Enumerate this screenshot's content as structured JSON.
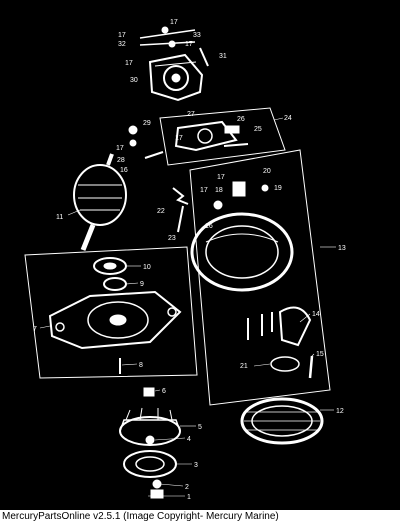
{
  "diagram": {
    "callouts": [
      "1",
      "2",
      "3",
      "4",
      "5",
      "6",
      "7",
      "8",
      "9",
      "10",
      "11",
      "12",
      "13",
      "14",
      "15",
      "16",
      "17",
      "18",
      "19",
      "20",
      "21",
      "22",
      "23",
      "24",
      "25",
      "26",
      "27",
      "28",
      "29",
      "30",
      "31",
      "32",
      "33"
    ],
    "repeated_callouts": [
      "16",
      "17",
      "17",
      "17",
      "17",
      "17",
      "17",
      "17"
    ]
  },
  "footer": {
    "text": "MercuryPartsOnline v2.5.1 (Image Copyright- Mercury Marine)"
  }
}
